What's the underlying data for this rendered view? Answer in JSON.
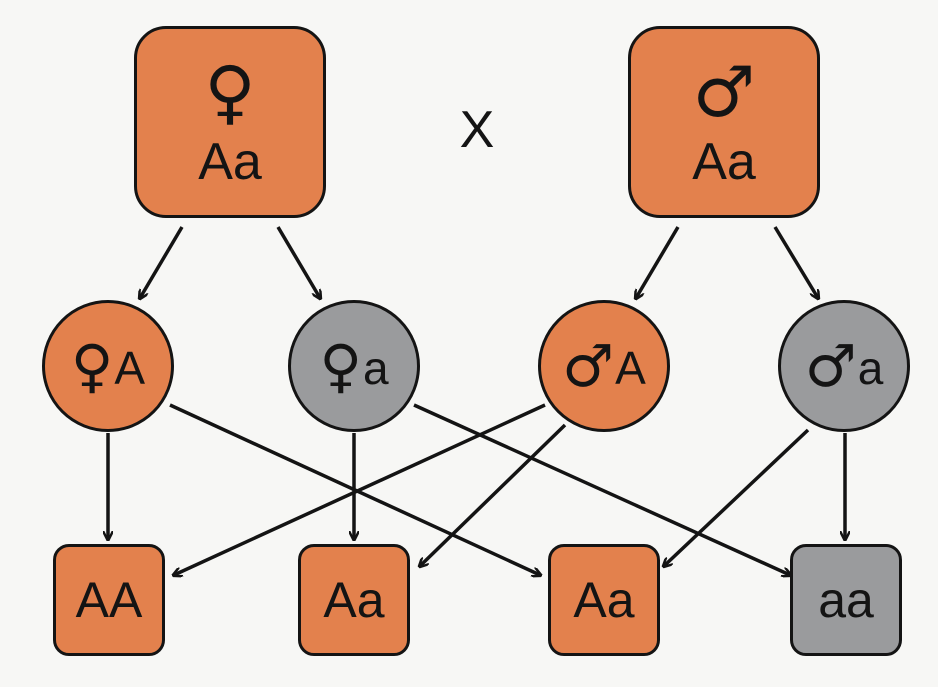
{
  "colors": {
    "dominant": "#e3814d",
    "recessive": "#9a9b9d",
    "outline": "#141414",
    "background": "#f7f7f5"
  },
  "cross_symbol": "X",
  "parents": [
    {
      "sex_icon": "female-symbol-icon",
      "symbol": "♀",
      "genotype": "Aa",
      "color": "dominant"
    },
    {
      "sex_icon": "male-symbol-icon",
      "symbol": "♂",
      "genotype": "Aa",
      "color": "dominant"
    }
  ],
  "gametes": [
    {
      "sex_icon": "female-symbol-icon",
      "symbol": "♀",
      "allele": "A",
      "color": "dominant"
    },
    {
      "sex_icon": "female-symbol-icon",
      "symbol": "♀",
      "allele": "a",
      "color": "recessive"
    },
    {
      "sex_icon": "male-symbol-icon",
      "symbol": "♂",
      "allele": "A",
      "color": "dominant"
    },
    {
      "sex_icon": "male-symbol-icon",
      "symbol": "♂",
      "allele": "a",
      "color": "recessive"
    }
  ],
  "offspring": [
    {
      "genotype": "AA",
      "color": "dominant"
    },
    {
      "genotype": "Aa",
      "color": "dominant"
    },
    {
      "genotype": "Aa",
      "color": "dominant"
    },
    {
      "genotype": "aa",
      "color": "recessive"
    }
  ]
}
